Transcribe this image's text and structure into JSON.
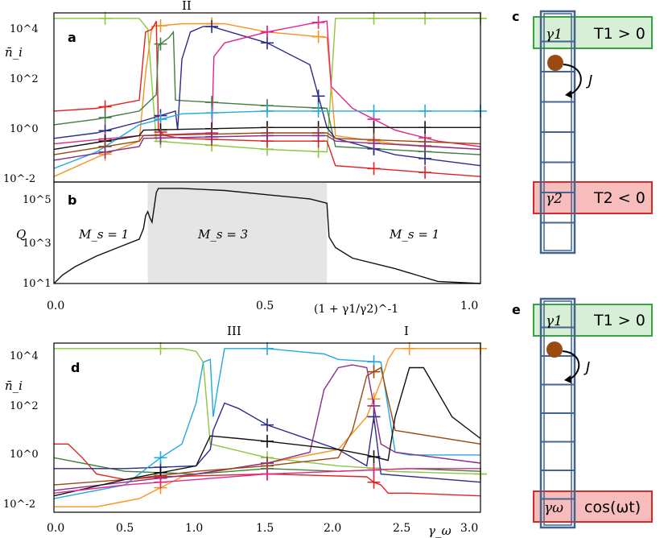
{
  "panels": {
    "a": {
      "letter": "a",
      "regime_label": "II",
      "ylabel": "n̄_i",
      "yticks": [
        "10^-2",
        "10^0",
        "10^2",
        "10^4"
      ]
    },
    "b": {
      "letter": "b",
      "ylabel": "Q",
      "yticks": [
        "10^1",
        "10^3",
        "10^5"
      ],
      "regions": [
        {
          "label": "M_s = 1",
          "x": [
            0.0,
            0.22
          ]
        },
        {
          "label": "M_s = 3",
          "x": [
            0.22,
            0.64
          ]
        },
        {
          "label": "M_s = 1",
          "x": [
            0.64,
            1.0
          ]
        }
      ],
      "xticks": [
        "0.0",
        "0.5",
        "1.0"
      ],
      "xlabel": "(1 + γ1/γ2)^-1"
    },
    "c": {
      "letter": "c",
      "top_site": "γ1",
      "top_temp": "T1 > 0",
      "hop": "J",
      "bottom_site": "γ2",
      "bottom_temp": "T2 < 0",
      "n_sites": 8
    },
    "d": {
      "letter": "d",
      "regime_labels": [
        "III",
        "I"
      ],
      "ylabel": "n̄_i",
      "yticks": [
        "10^-2",
        "10^0",
        "10^2",
        "10^4"
      ],
      "xticks": [
        "0.0",
        "0.5",
        "1.0",
        "1.5",
        "2.0",
        "2.5",
        "3.0"
      ],
      "xlabel": "γ_ω"
    },
    "e": {
      "letter": "e",
      "top_site": "γ1",
      "top_temp": "T1 > 0",
      "hop": "J",
      "bottom_site": "γω",
      "bottom_drive": "cos(ωt)",
      "n_sites": 8
    }
  },
  "colors": {
    "green": "#8dc63f",
    "orange": "#f7941d",
    "red": "#e4201f",
    "darkgreen": "#3f7f3f",
    "navy": "#2b2c8c",
    "magenta": "#e5248a",
    "cyan": "#22a9e1",
    "black": "#111111",
    "brown": "#9b4a12",
    "purple": "#8b2b8b",
    "box_green": "#d6efd6",
    "box_green_edge": "#37a33f",
    "box_red": "#f7bcbc",
    "box_red_edge": "#d42a2a",
    "lattice": "#44648f",
    "shade": "#e5e5e5"
  },
  "chart_data": [
    {
      "panel": "a",
      "type": "line",
      "x_range": [
        0,
        1
      ],
      "ylim_log10": [
        -2,
        4.2
      ],
      "log_scale_y": true,
      "grid": false,
      "series": [
        {
          "color": "green",
          "x": [
            0,
            0.1,
            0.2,
            0.22,
            0.24,
            0.5,
            0.64,
            0.66,
            1
          ],
          "log10y": [
            4,
            4,
            4,
            3.6,
            -0.5,
            -0.8,
            -0.9,
            4,
            4
          ],
          "markers": [
            0.12,
            0.25,
            0.37,
            0.5,
            0.62,
            0.75,
            0.87,
            1.0
          ]
        },
        {
          "color": "orange",
          "x": [
            0,
            0.1,
            0.2,
            0.215,
            0.23,
            0.3,
            0.4,
            0.5,
            0.64,
            0.66,
            0.8,
            1
          ],
          "log10y": [
            -1.8,
            -1.1,
            -0.5,
            2,
            3.7,
            3.8,
            3.8,
            3.5,
            3.3,
            -0.3,
            -0.6,
            -0.8
          ],
          "markers": [
            0.12,
            0.25,
            0.37,
            0.5,
            0.62,
            0.75,
            0.87
          ]
        },
        {
          "color": "red",
          "x": [
            0,
            0.1,
            0.2,
            0.215,
            0.23,
            0.24,
            0.245,
            0.26,
            0.3,
            0.5,
            0.64,
            0.66,
            1
          ],
          "log10y": [
            0.6,
            0.7,
            1.0,
            3.5,
            3.6,
            3.9,
            -0.1,
            -0.3,
            -0.4,
            -0.5,
            -0.5,
            -1.4,
            -1.8
          ],
          "markers": [
            0.12,
            0.25,
            0.37,
            0.5,
            0.62,
            0.75,
            0.87
          ]
        },
        {
          "color": "darkgreen",
          "x": [
            0,
            0.1,
            0.2,
            0.24,
            0.245,
            0.27,
            0.28,
            0.285,
            0.5,
            0.64,
            0.66,
            1
          ],
          "log10y": [
            0.1,
            0.3,
            0.6,
            1.2,
            3.0,
            3.3,
            3.5,
            1.0,
            0.8,
            0.7,
            -0.7,
            -1.0
          ],
          "markers": [
            0.12,
            0.25,
            0.37,
            0.5,
            0.62,
            0.75,
            0.87
          ]
        },
        {
          "color": "navy",
          "x": [
            0,
            0.1,
            0.2,
            0.285,
            0.29,
            0.3,
            0.32,
            0.35,
            0.37,
            0.5,
            0.6,
            0.64,
            0.66,
            0.8,
            1
          ],
          "log10y": [
            -0.4,
            -0.2,
            0.2,
            0.6,
            -0.1,
            2.5,
            3.5,
            3.7,
            3.7,
            3.1,
            2.3,
            0.0,
            -0.4,
            -1.0,
            -1.4
          ],
          "markers": [
            0.12,
            0.25,
            0.37,
            0.5,
            0.62,
            0.75,
            0.87
          ]
        },
        {
          "color": "magenta",
          "x": [
            0,
            0.2,
            0.37,
            0.375,
            0.4,
            0.5,
            0.6,
            0.64,
            0.65,
            0.7,
            0.8,
            0.9,
            1
          ],
          "log10y": [
            -0.6,
            -0.3,
            -0.2,
            2.6,
            3.1,
            3.5,
            3.8,
            3.9,
            1.5,
            0.7,
            -0.1,
            -0.5,
            -0.7
          ],
          "markers": [
            0.12,
            0.25,
            0.37,
            0.5,
            0.62,
            0.75,
            0.87
          ]
        },
        {
          "color": "cyan",
          "x": [
            0,
            0.1,
            0.2,
            0.3,
            0.5,
            0.64,
            0.66,
            1
          ],
          "log10y": [
            -1.5,
            -0.9,
            0.1,
            0.5,
            0.6,
            0.6,
            0.6,
            0.6
          ],
          "markers": [
            0.12,
            0.25,
            0.37,
            0.5,
            0.62,
            0.75,
            0.87,
            1.0
          ]
        },
        {
          "color": "black",
          "x": [
            0,
            0.2,
            0.21,
            0.5,
            0.64,
            0.66,
            1
          ],
          "log10y": [
            -0.8,
            -0.3,
            -0.1,
            0.0,
            0.0,
            0.0,
            0.0
          ],
          "markers": [
            0.12,
            0.25,
            0.37,
            0.5,
            0.62,
            0.75,
            0.87
          ]
        },
        {
          "color": "brown",
          "x": [
            0,
            0.2,
            0.21,
            0.5,
            0.64,
            0.66,
            1
          ],
          "log10y": [
            -1.0,
            -0.5,
            -0.3,
            -0.2,
            -0.2,
            -0.4,
            -0.6
          ],
          "markers": [
            0.12,
            0.25,
            0.37,
            0.5,
            0.62,
            0.75,
            0.87
          ]
        },
        {
          "color": "purple",
          "x": [
            0,
            0.2,
            0.21,
            0.5,
            0.64,
            0.66,
            1
          ],
          "log10y": [
            -1.2,
            -0.7,
            -0.4,
            -0.3,
            -0.3,
            -0.5,
            -0.8
          ],
          "markers": [
            0.12,
            0.25,
            0.37,
            0.5,
            0.62,
            0.75,
            0.87
          ]
        }
      ]
    },
    {
      "panel": "b",
      "type": "area",
      "x_range": [
        0,
        1
      ],
      "ylim_log10": [
        1,
        5.8
      ],
      "log_scale_y": true,
      "shaded_x": [
        0.22,
        0.64
      ],
      "series": [
        {
          "color": "black",
          "x": [
            0,
            0.02,
            0.05,
            0.1,
            0.15,
            0.2,
            0.21,
            0.215,
            0.22,
            0.225,
            0.23,
            0.24,
            0.245,
            0.3,
            0.4,
            0.5,
            0.6,
            0.64,
            0.645,
            0.66,
            0.7,
            0.8,
            0.85,
            0.9,
            1
          ],
          "log10y": [
            1,
            1.4,
            1.8,
            2.3,
            2.7,
            3.1,
            3.6,
            4.2,
            4.4,
            4.1,
            3.9,
            5.3,
            5.5,
            5.5,
            5.4,
            5.2,
            5.0,
            4.8,
            3.2,
            2.7,
            2.2,
            1.7,
            1.4,
            1.1,
            0.6
          ]
        }
      ]
    },
    {
      "panel": "d",
      "type": "line",
      "x_range": [
        0,
        3
      ],
      "ylim_log10": [
        -2,
        4.2
      ],
      "log_scale_y": true,
      "grid": false,
      "series": [
        {
          "color": "green",
          "x": [
            0,
            0.5,
            0.9,
            1.0,
            1.05,
            1.1,
            1.5,
            2.0,
            2.3,
            2.35,
            3
          ],
          "log10y": [
            4,
            4,
            4,
            3.9,
            3.5,
            0.5,
            0.0,
            -0.3,
            -0.4,
            -0.5,
            -0.6
          ],
          "markers": [
            0.75,
            1.5,
            2.25,
            3.0
          ]
        },
        {
          "color": "orange",
          "x": [
            0,
            0.3,
            0.6,
            0.9,
            1.5,
            2.0,
            2.2,
            2.3,
            2.35,
            2.4,
            2.5,
            3
          ],
          "log10y": [
            -1.8,
            -1.8,
            -1.5,
            -0.7,
            -0.2,
            0.3,
            1.5,
            2.8,
            3.6,
            4,
            4,
            4
          ],
          "markers": [
            0.75,
            1.5,
            2.25,
            2.5,
            3.0
          ]
        },
        {
          "color": "red",
          "x": [
            0,
            0.1,
            0.2,
            0.3,
            0.5,
            0.75,
            1.5,
            2.2,
            2.25,
            2.3,
            2.35,
            2.5,
            3
          ],
          "log10y": [
            0.5,
            0.5,
            0.0,
            -0.6,
            -0.8,
            -0.7,
            -0.6,
            -0.7,
            -0.9,
            -1.0,
            -1.3,
            -1.3,
            -1.4
          ],
          "markers": [
            0.75,
            1.5,
            2.25
          ]
        },
        {
          "color": "darkgreen",
          "x": [
            0,
            0.5,
            1.0,
            1.5,
            2.0,
            2.5,
            3
          ],
          "log10y": [
            0.0,
            -0.5,
            -0.6,
            -0.4,
            -0.5,
            -0.4,
            -0.5
          ],
          "markers": [
            0.75,
            1.5,
            2.25
          ]
        },
        {
          "color": "navy",
          "x": [
            0,
            0.5,
            1.0,
            1.1,
            1.12,
            1.2,
            1.3,
            1.5,
            2.0,
            2.2,
            2.25,
            2.3,
            3
          ],
          "log10y": [
            -0.4,
            -0.4,
            -0.3,
            0.3,
            1.0,
            2.0,
            1.8,
            1.2,
            0.3,
            -0.3,
            1.5,
            -0.6,
            -0.9
          ],
          "markers": [
            0.75,
            1.5,
            2.25
          ]
        },
        {
          "color": "cyan",
          "x": [
            0,
            0.5,
            0.75,
            0.9,
            1.0,
            1.05,
            1.1,
            1.12,
            1.15,
            1.2,
            1.27,
            1.3,
            1.5,
            1.9,
            2.0,
            2.3,
            2.4,
            2.5,
            3
          ],
          "log10y": [
            -1.5,
            -1.0,
            0.0,
            0.5,
            2.0,
            3.5,
            3.6,
            1.5,
            2.5,
            4,
            4,
            4,
            4,
            3.8,
            3.6,
            3.5,
            0.2,
            0.1,
            0.1
          ],
          "markers": [
            0.75,
            1.5,
            2.25
          ]
        },
        {
          "color": "purple",
          "x": [
            0,
            0.5,
            1.0,
            1.5,
            1.8,
            1.9,
            2.0,
            2.1,
            2.2,
            2.3,
            2.4,
            3
          ],
          "log10y": [
            -1.2,
            -0.9,
            -0.6,
            -0.2,
            0.2,
            2.5,
            3.3,
            3.4,
            3.3,
            0.5,
            0.2,
            -0.2
          ],
          "markers": [
            0.75,
            1.5,
            2.25
          ]
        },
        {
          "color": "brown",
          "x": [
            0,
            0.5,
            1.0,
            1.5,
            2.0,
            2.1,
            2.2,
            2.3,
            2.4,
            3
          ],
          "log10y": [
            -1.0,
            -0.8,
            -0.5,
            -0.3,
            0.0,
            1.0,
            3.0,
            3.3,
            1.0,
            0.5
          ],
          "markers": [
            0.75,
            1.5,
            2.25
          ]
        },
        {
          "color": "black",
          "x": [
            0,
            0.5,
            1.0,
            1.1,
            1.3,
            1.5,
            2.0,
            2.2,
            2.35,
            2.4,
            2.5,
            2.6,
            2.8,
            3
          ],
          "log10y": [
            -1.4,
            -0.8,
            -0.3,
            0.8,
            0.7,
            0.6,
            0.3,
            0.1,
            -0.1,
            1.5,
            3.3,
            3.3,
            1.5,
            0.7
          ],
          "markers": [
            0.75,
            1.5,
            2.25
          ]
        },
        {
          "color": "magenta",
          "x": [
            0,
            0.5,
            1.0,
            1.5,
            2.0,
            2.5,
            3
          ],
          "log10y": [
            -1.3,
            -1.0,
            -0.8,
            -0.6,
            -0.5,
            -0.4,
            -0.4
          ],
          "markers": [
            0.75,
            1.5,
            2.25
          ]
        }
      ]
    }
  ]
}
